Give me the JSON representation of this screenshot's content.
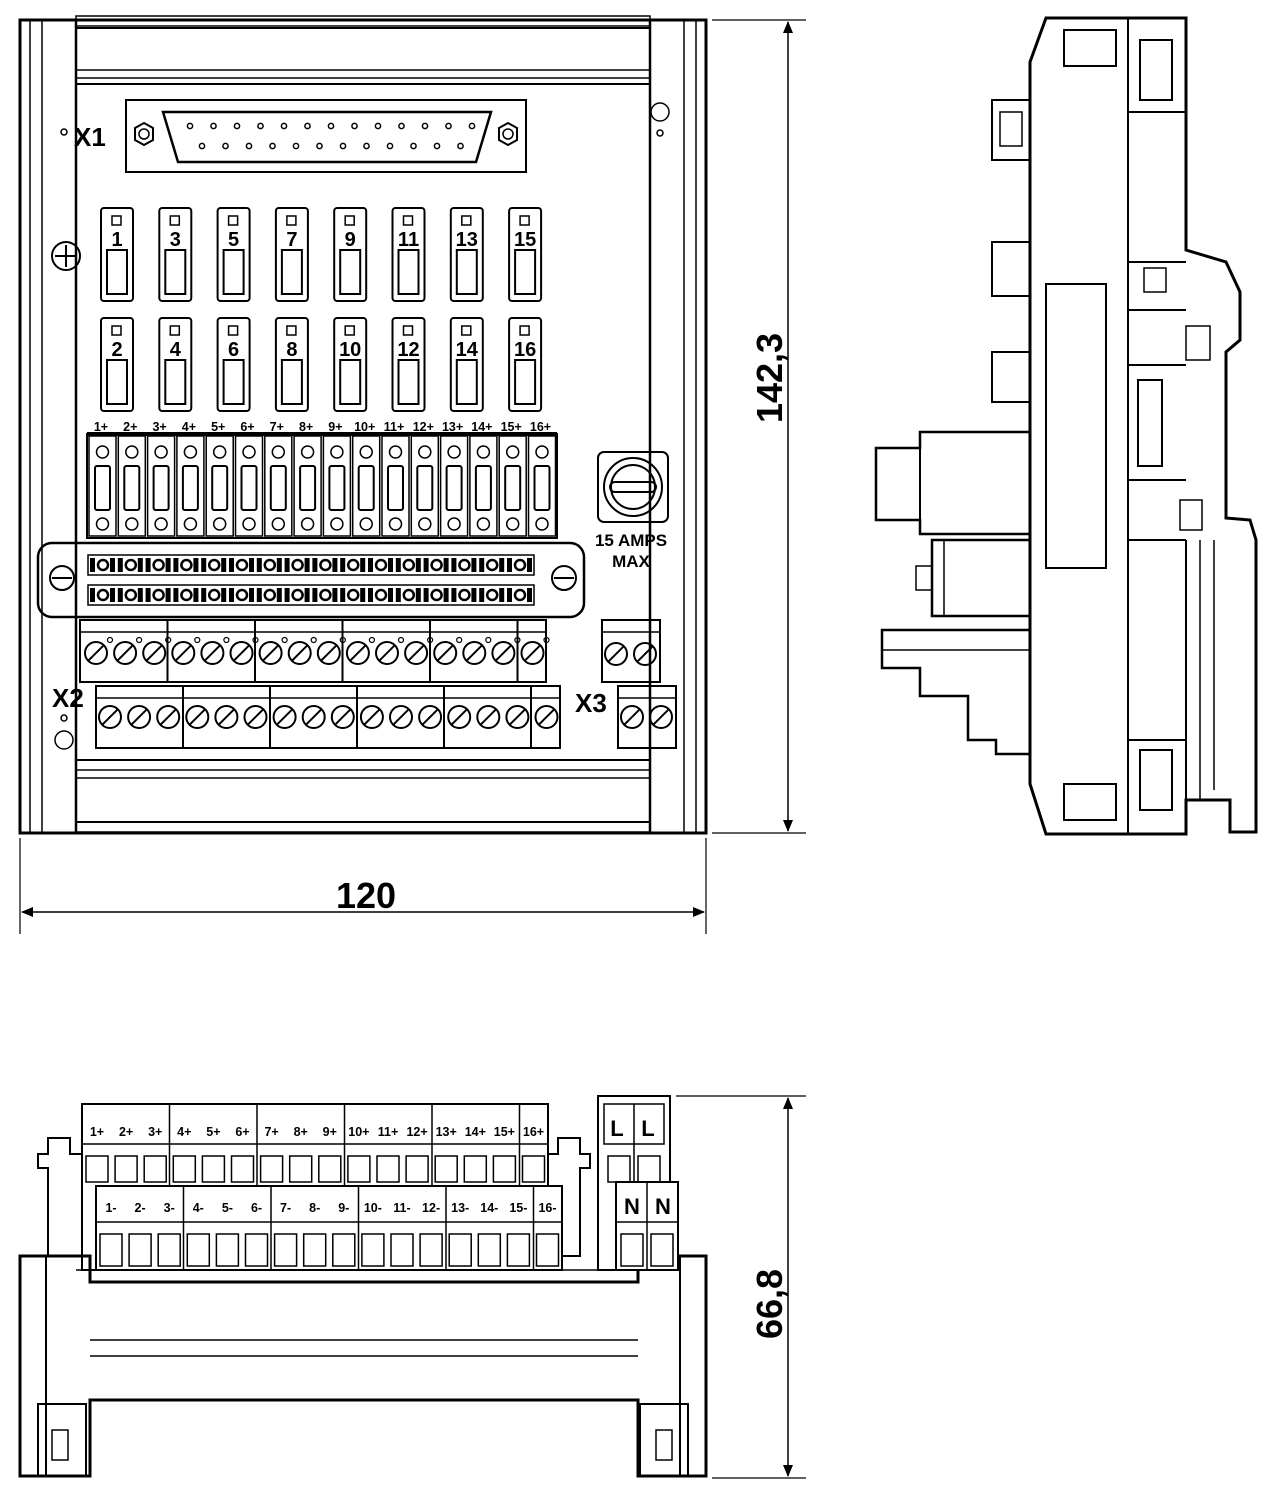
{
  "front": {
    "x1_label": "X1",
    "x2_label": "X2",
    "x3_label": "X3",
    "fuse_numbers_top": [
      "1",
      "3",
      "5",
      "7",
      "9",
      "11",
      "13",
      "15"
    ],
    "fuse_numbers_bottom": [
      "2",
      "4",
      "6",
      "8",
      "10",
      "12",
      "14",
      "16"
    ],
    "plus_labels": [
      "1+",
      "2+",
      "3+",
      "4+",
      "5+",
      "6+",
      "7+",
      "8+",
      "9+",
      "10+",
      "11+",
      "12+",
      "13+",
      "14+",
      "15+",
      "16+"
    ],
    "rating_line1": "15 AMPS",
    "rating_line2": "MAX"
  },
  "dimensions": {
    "width": "120",
    "height": "142,3",
    "depth": "66,8"
  },
  "bottom_view": {
    "plus_labels": [
      "1+",
      "2+",
      "3+",
      "4+",
      "5+",
      "6+",
      "7+",
      "8+",
      "9+",
      "10+",
      "11+",
      "12+",
      "13+",
      "14+",
      "15+",
      "16+"
    ],
    "minus_labels": [
      "1-",
      "2-",
      "3-",
      "4-",
      "5-",
      "6-",
      "7-",
      "8-",
      "9-",
      "10-",
      "11-",
      "12-",
      "13-",
      "14-",
      "15-",
      "16-"
    ],
    "l_labels": [
      "L",
      "L"
    ],
    "n_labels": [
      "N",
      "N"
    ]
  }
}
